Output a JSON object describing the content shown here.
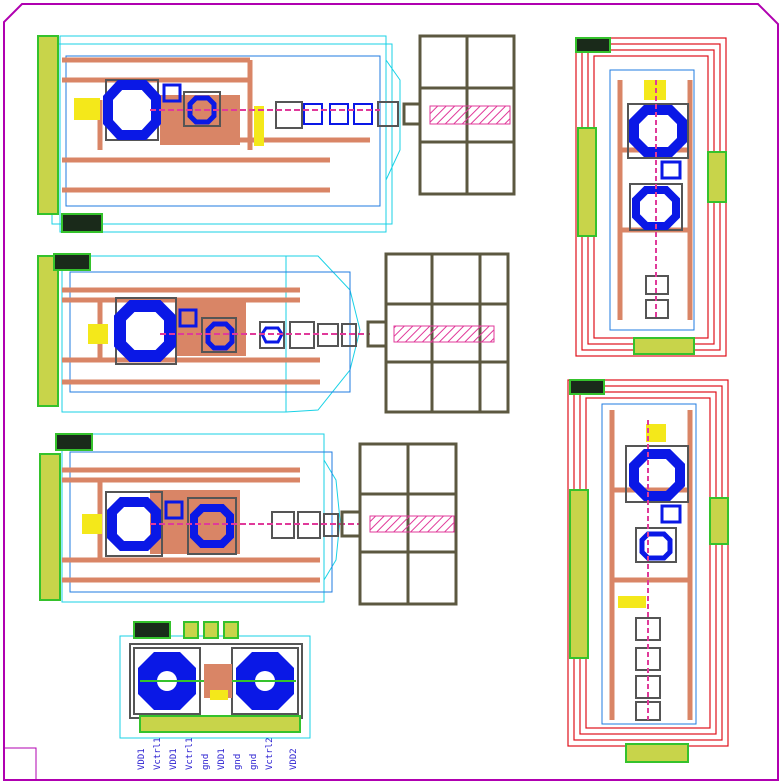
{
  "title": "",
  "colors": {
    "background": "#ffffff",
    "die_border": "#b000b0",
    "route_cyan": "#19d2e6",
    "route_blue": "#1f7be0",
    "metal_salmon": "#d98566",
    "inductor_blue": "#0a18e6",
    "pad_green": "#35c22c",
    "pad_fill": "#c8d44a",
    "seal_red": "#e0101a",
    "hatch_magenta": "#e03a9a",
    "grid_olive": "#5c5840",
    "highlight_yellow": "#f4e81a"
  },
  "pin_labels": [
    "VDD1",
    "Vctrl1",
    "VDD1",
    "Vctrl1",
    "gnd",
    "VDD1",
    "gnd",
    "gnd",
    "Vctrl2",
    "VDD2"
  ]
}
